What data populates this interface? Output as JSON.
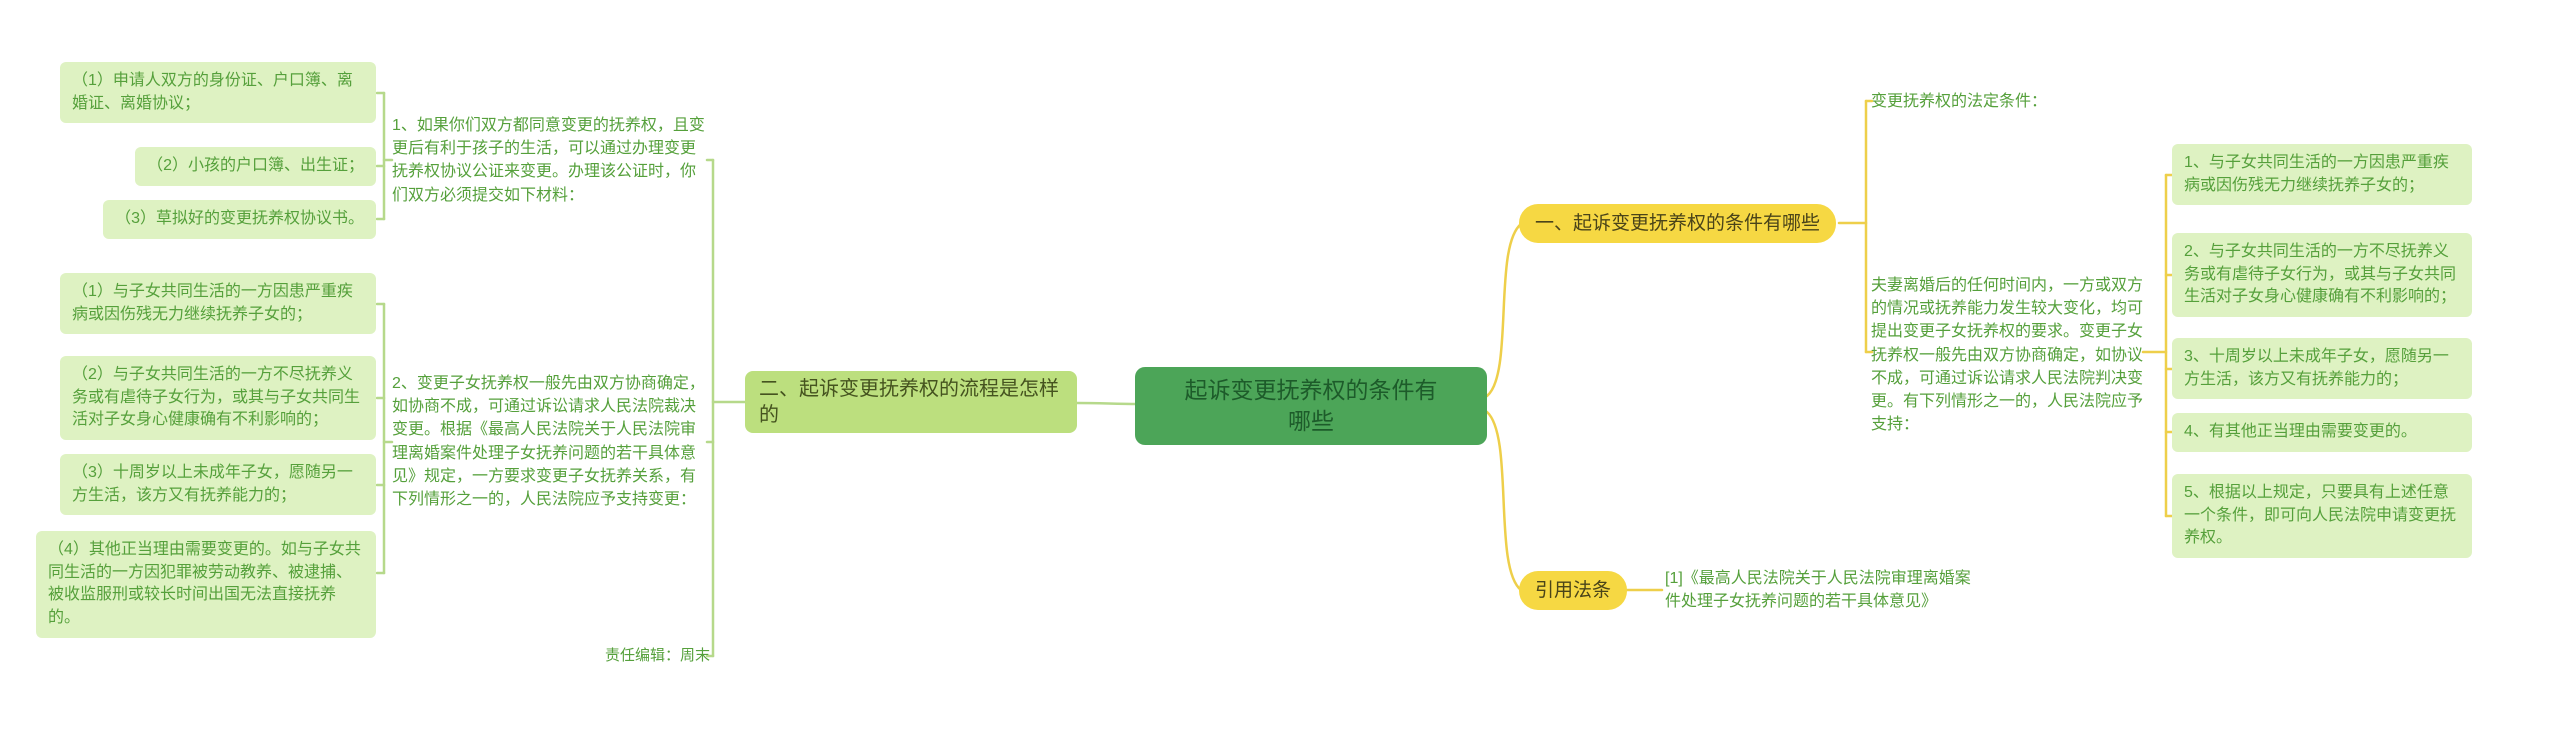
{
  "root": {
    "label": "起诉变更抚养权的条件有哪些"
  },
  "left_branch": {
    "node_label": "二、起诉变更抚养权的流程是怎样的",
    "block1": {
      "text": "1、如果你们双方都同意变更的抚养权，且变更后有利于孩子的生活，可以通过办理变更抚养权协议公证来变更。办理该公证时，你们双方必须提交如下材料：",
      "items": [
        "（1）申请人双方的身份证、户口簿、离婚证、离婚协议；",
        "（2）小孩的户口簿、出生证；",
        "（3）草拟好的变更抚养权协议书。"
      ]
    },
    "block2": {
      "text": "2、变更子女抚养权一般先由双方协商确定，如协商不成，可通过诉讼请求人民法院裁决变更。根据《最高人民法院关于人民法院审理离婚案件处理子女抚养问题的若干具体意见》规定，一方要求变更子女抚养关系，有下列情形之一的，人民法院应予支持变更：",
      "items": [
        "（1）与子女共同生活的一方因患严重疾病或因伤残无力继续抚养子女的；",
        "（2）与子女共同生活的一方不尽抚养义务或有虐待子女行为，或其与子女共同生活对子女身心健康确有不利影响的；",
        "（3）十周岁以上未成年子女，愿随另一方生活，该方又有抚养能力的；",
        "（4）其他正当理由需要变更的。如与子女共同生活的一方因犯罪被劳动教养、被逮捕、被收监服刑或较长时间出国无法直接抚养的。"
      ]
    },
    "editor_note": "责任编辑：周末"
  },
  "right_branch_conditions": {
    "node_label": "一、起诉变更抚养权的条件有哪些",
    "intro_label": "变更抚养权的法定条件：",
    "paragraph": "夫妻离婚后的任何时间内，一方或双方的情况或抚养能力发生较大变化，均可提出变更子女抚养权的要求。变更子女抚养权一般先由双方协商确定，如协议不成，可通过诉讼请求人民法院判决变更。有下列情形之一的，人民法院应予支持：",
    "items": [
      "1、与子女共同生活的一方因患严重疾病或因伤残无力继续抚养子女的；",
      "2、与子女共同生活的一方不尽抚养义务或有虐待子女行为，或其与子女共同生活对子女身心健康确有不利影响的；",
      "3、十周岁以上未成年子女，愿随另一方生活，该方又有抚养能力的；",
      "4、有其他正当理由需要变更的。",
      "5、根据以上规定，只要具有上述任意一个条件，即可向人民法院申请变更抚养权。"
    ]
  },
  "right_branch_citation": {
    "node_label": "引用法条",
    "citation": "[1]《最高人民法院关于人民法院审理离婚案件处理子女抚养问题的若干具体意见》"
  },
  "colors": {
    "center_node_bg": "#4ca558",
    "center_node_text": "#1d5b2a",
    "left_node_bg": "#bcdf7e",
    "yellow_node_bg": "#f6d843",
    "item_box_bg": "#def2c2",
    "green_text": "#55a03b",
    "line_green": "#b6d98b",
    "line_yellow": "#eecf4a"
  }
}
